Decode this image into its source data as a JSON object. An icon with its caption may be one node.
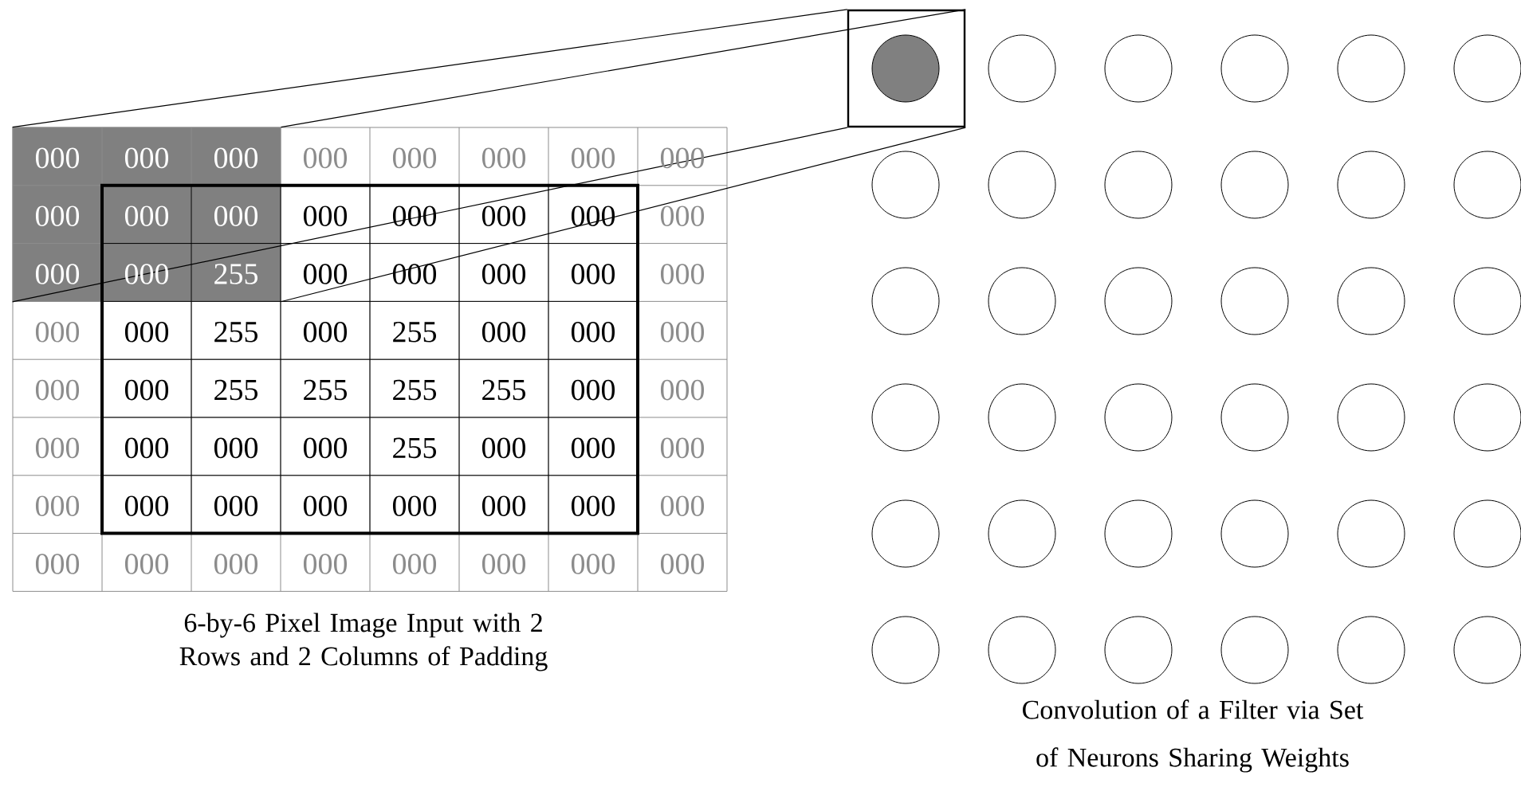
{
  "diagram": {
    "nodes": [
      {
        "text": [],
        "shape": "box"
      },
      {
        "text": [],
        "shape": "box"
      },
      {
        "text": [],
        "shape": "circle",
        "in": 1
      },
      {
        "text": [],
        "shape": "circle"
      },
      {
        "text": [],
        "shape": "circle"
      },
      {
        "text": [],
        "shape": "circle"
      },
      {
        "text": [],
        "shape": "circle"
      },
      {
        "text": [],
        "shape": "circle"
      },
      {
        "text": [],
        "shape": "circle"
      },
      {
        "text": [],
        "shape": "circle"
      },
      {
        "text": [],
        "shape": "circle"
      },
      {
        "text": [],
        "shape": "circle"
      },
      {
        "text": [],
        "shape": "circle"
      },
      {
        "text": [],
        "shape": "circle"
      },
      {
        "text": [],
        "shape": "circle"
      },
      {
        "text": [],
        "shape": "circle"
      },
      {
        "text": [],
        "shape": "circle"
      },
      {
        "text": [],
        "shape": "circle"
      },
      {
        "text": [],
        "shape": "circle"
      },
      {
        "text": [],
        "shape": "circle"
      },
      {
        "text": [],
        "shape": "circle"
      },
      {
        "text": [],
        "shape": "circle"
      },
      {
        "text": [],
        "shape": "circle"
      },
      {
        "text": [],
        "shape": "circle"
      },
      {
        "text": [],
        "shape": "circle"
      },
      {
        "text": [],
        "shape": "circle"
      },
      {
        "text": [],
        "shape": "circle"
      },
      {
        "text": [],
        "shape": "circle"
      },
      {
        "text": [],
        "shape": "circle"
      },
      {
        "text": [],
        "shape": "circle"
      },
      {
        "text": [],
        "shape": "circle"
      },
      {
        "text": [],
        "shape": "circle"
      },
      {
        "text": [],
        "shape": "circle"
      },
      {
        "text": [],
        "shape": "circle"
      },
      {
        "text": [],
        "shape": "circle"
      },
      {
        "text": [],
        "shape": "circle"
      },
      {
        "text": [],
        "shape": "circle"
      },
      {
        "text": [],
        "shape": "circle"
      }
    ],
    "edges": [
      {
        "from": 0,
        "to": 1,
        "arrow": "none"
      },
      {
        "from": 0,
        "to": 1,
        "arrow": "none"
      },
      {
        "from": 0,
        "to": 1,
        "arrow": "none"
      },
      {
        "from": 0,
        "to": 1,
        "arrow": "none"
      }
    ],
    "labels": [
      "000",
      "000",
      "000",
      "000",
      "000",
      "000",
      "000",
      "000",
      "000",
      "000",
      "000",
      "000",
      "000",
      "000",
      "000",
      "000",
      "000",
      "000",
      "255",
      "000",
      "000",
      "000",
      "000",
      "000",
      "000",
      "000",
      "255",
      "000",
      "255",
      "000",
      "000",
      "000",
      "000",
      "000",
      "255",
      "255",
      "255",
      "255",
      "000",
      "000",
      "000",
      "000",
      "000",
      "000",
      "255",
      "000",
      "000",
      "000",
      "000",
      "000",
      "000",
      "000",
      "000",
      "000",
      "000",
      "000",
      "000",
      "000",
      "000",
      "000",
      "000",
      "000",
      "000",
      "000",
      "6-by-6 Pixel Image Input with 2 Rows and 2 Columns of Padding",
      "Convolution of a Filter via Set of Neurons Sharing Weights"
    ]
  }
}
